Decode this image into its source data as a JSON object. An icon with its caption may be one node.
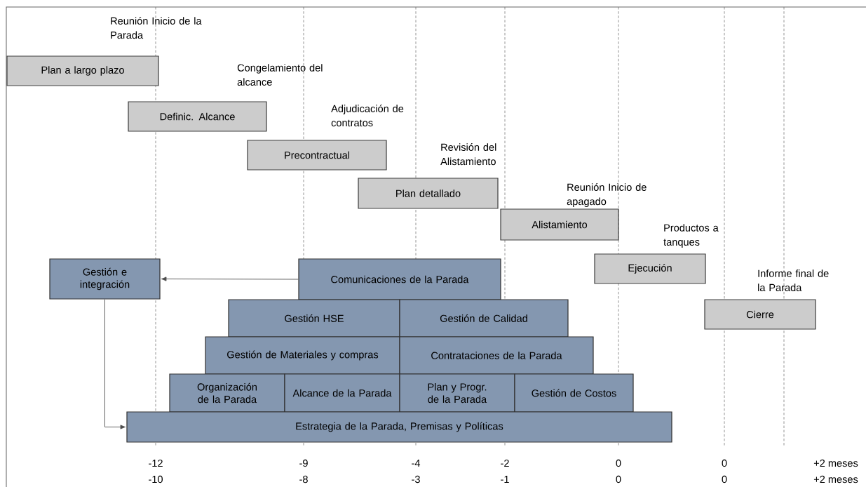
{
  "diagram": {
    "nodes": [
      {
        "text": [
          "Plan a largo plazo"
        ]
      },
      {
        "text": [
          "Definic. Alcance"
        ]
      },
      {
        "text": [
          "Precontractual"
        ]
      },
      {
        "text": [
          "Plan detallado"
        ]
      },
      {
        "text": [
          "Alistamiento"
        ]
      },
      {
        "text": [
          "Ejecución"
        ]
      },
      {
        "text": [
          "Cierre"
        ]
      },
      {
        "text": [
          "Gestión e integración"
        ]
      },
      {
        "text": [
          "Comunicaciones de la Parada"
        ]
      },
      {
        "text": [
          "Gestión HSE"
        ]
      },
      {
        "text": [
          "Gestión de Calidad"
        ]
      },
      {
        "text": [
          "Gestión de Materiales y compras"
        ]
      },
      {
        "text": [
          "Contrataciones de la Parada"
        ]
      },
      {
        "text": [
          "Organización de la Parada"
        ]
      },
      {
        "text": [
          "Alcance de la Parada"
        ]
      },
      {
        "text": [
          "Plan y Progr. de la Parada"
        ]
      },
      {
        "text": [
          "Gestión de Costos"
        ]
      },
      {
        "text": [
          "Estrategia de la Parada, Premisas y Políticas"
        ]
      }
    ],
    "edges": [
      {
        "from": 8,
        "to": 7,
        "arrow": "to"
      },
      {
        "from": 7,
        "to": 17,
        "arrow": "to"
      }
    ],
    "labels": [
      "Reunión Inicio de la Parada",
      "Congelamiento del alcance",
      "Adjudicación de contratos",
      "Revisión del Alistamiento",
      "Reunión Inicio de apagado",
      "Productos a tanques",
      "Informe final de la Parada",
      "-12",
      "-9",
      "-4",
      "-2",
      "0",
      "0",
      "+2 meses",
      "-10",
      "-8",
      "-3",
      "-1",
      "0",
      "0",
      "+2 meses"
    ]
  }
}
